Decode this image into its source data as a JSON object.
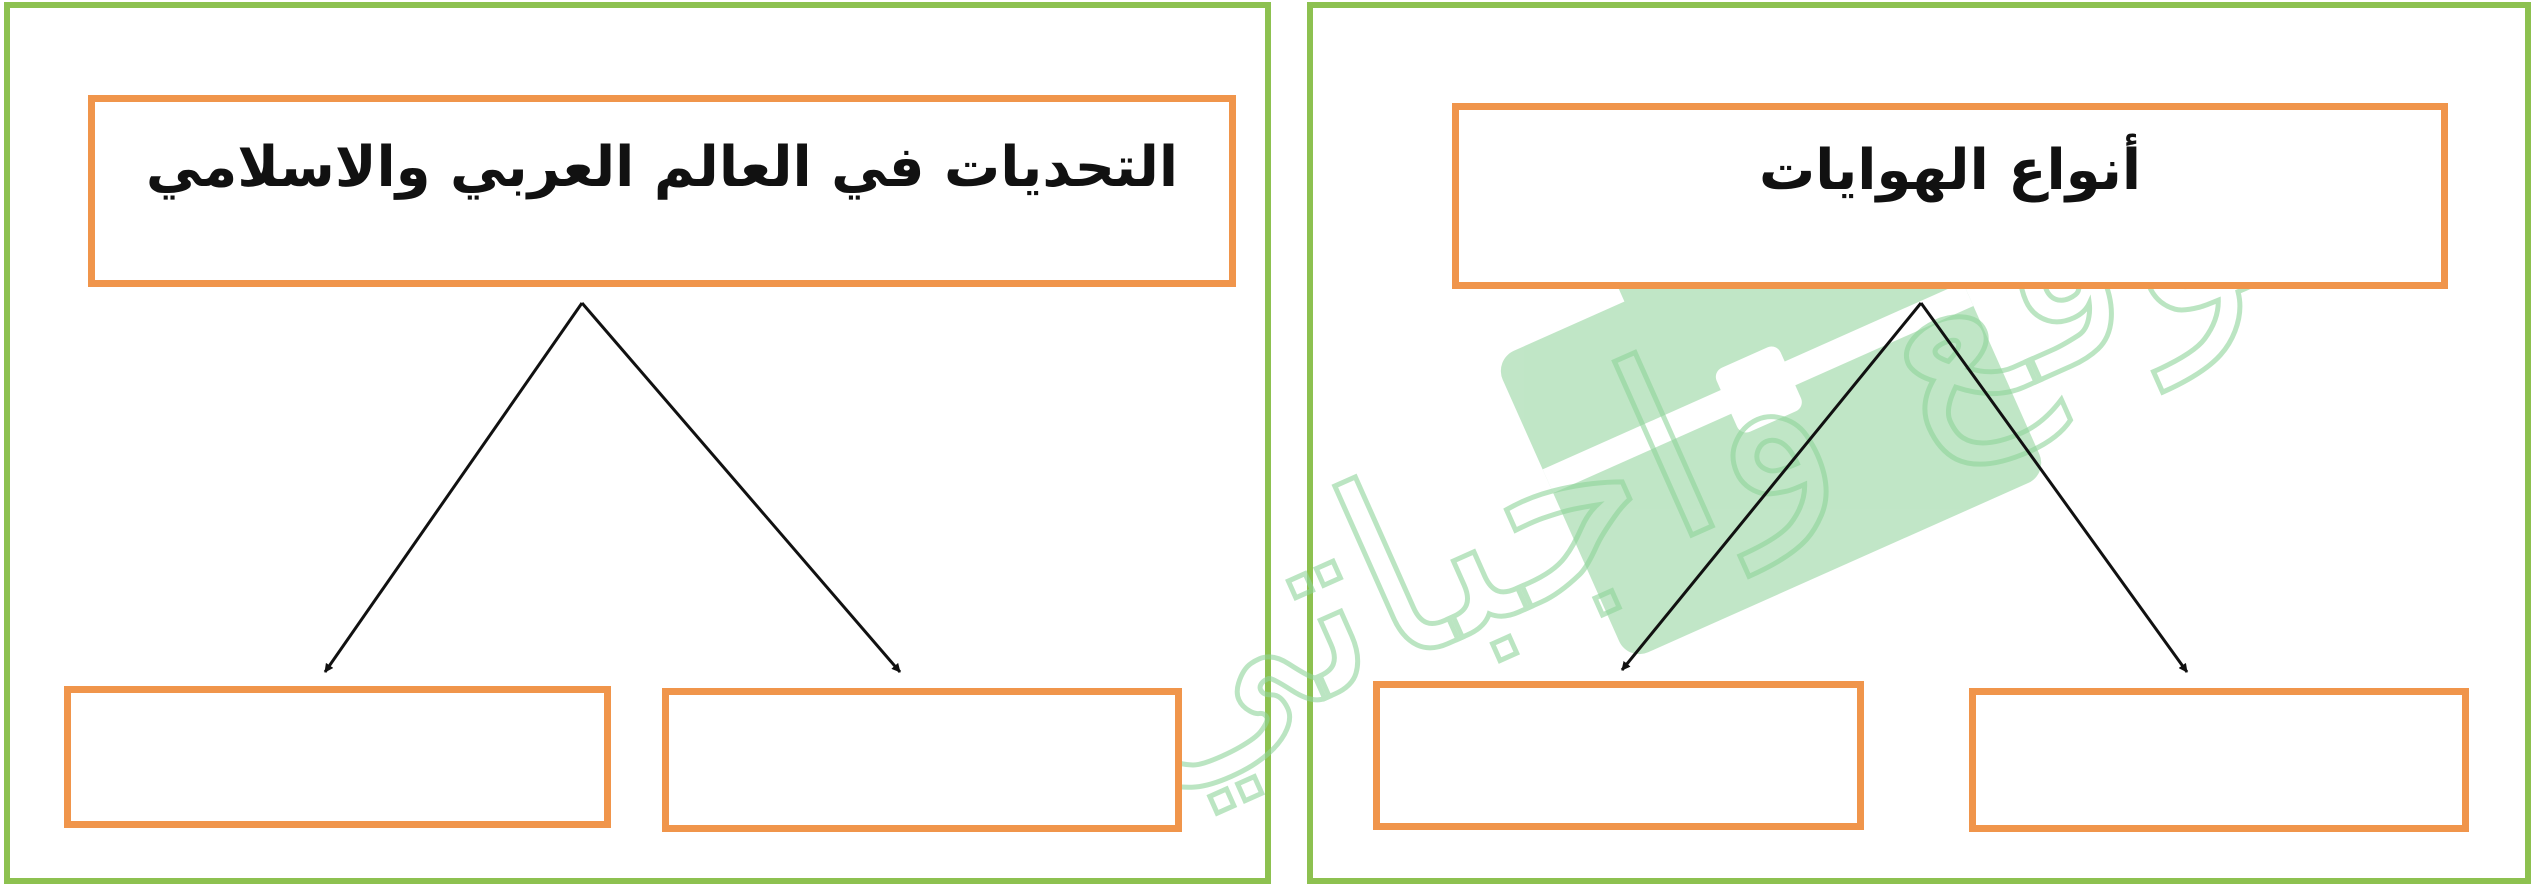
{
  "left_diagram": {
    "title": "التحديات في العالم العربي والاسلامي",
    "answer_boxes": [
      "",
      ""
    ]
  },
  "right_diagram": {
    "title": "أنواع الهوايات",
    "answer_boxes": [
      "",
      ""
    ]
  },
  "watermark": {
    "text": "موقع واجباتي",
    "icon": "briefcase-icon",
    "color": "#6cc47a"
  },
  "colors": {
    "panel_border": "#8dc150",
    "box_border": "#f0954b",
    "arrow": "#111111"
  }
}
